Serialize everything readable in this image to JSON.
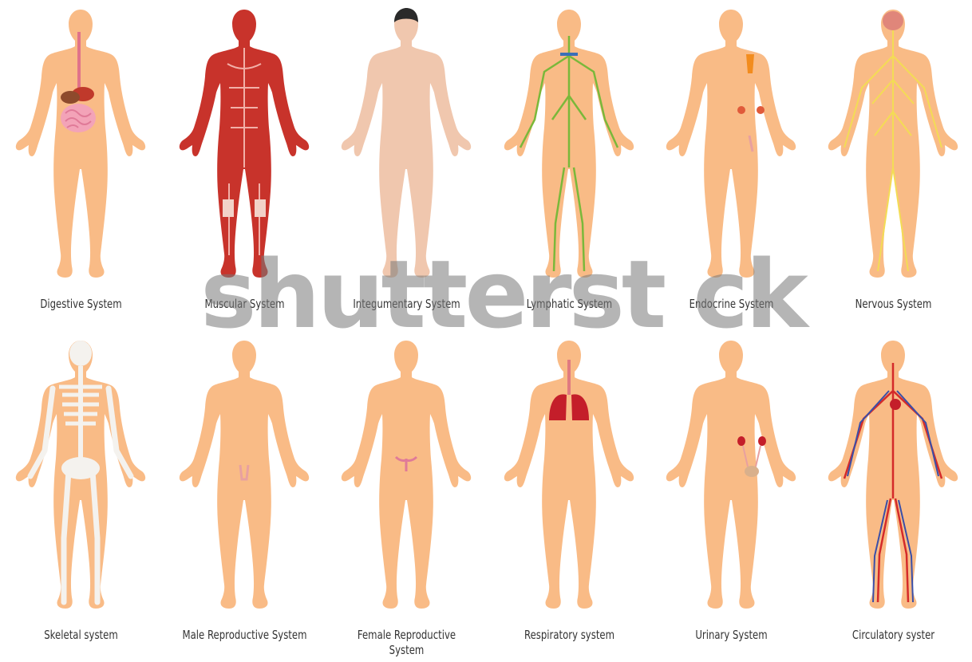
{
  "systems": [
    {
      "label": "Digestive System"
    },
    {
      "label": "Muscular System"
    },
    {
      "label": "Integumentary System"
    },
    {
      "label": "Lymphatic System"
    },
    {
      "label": "Endocrine System"
    },
    {
      "label": "Nervous System"
    },
    {
      "label": "Skeletal system"
    },
    {
      "label": "Male Reproductive System"
    },
    {
      "label": "Female Reproductive System"
    },
    {
      "label": "Respiratory system"
    },
    {
      "label": "Urinary System"
    },
    {
      "label": "Circulatory syster"
    }
  ],
  "watermark": "shutterst ck",
  "colors": {
    "skin": "#f9bb86",
    "integumentary_skin": "#f0c7ae",
    "muscle": "#c8332b",
    "lymph": "#7ab83a",
    "nerve": "#f3dc55",
    "bone": "#f4f2ee",
    "lung": "#c41e2a",
    "artery": "#d42a2a",
    "vein": "#3a4fa8"
  }
}
